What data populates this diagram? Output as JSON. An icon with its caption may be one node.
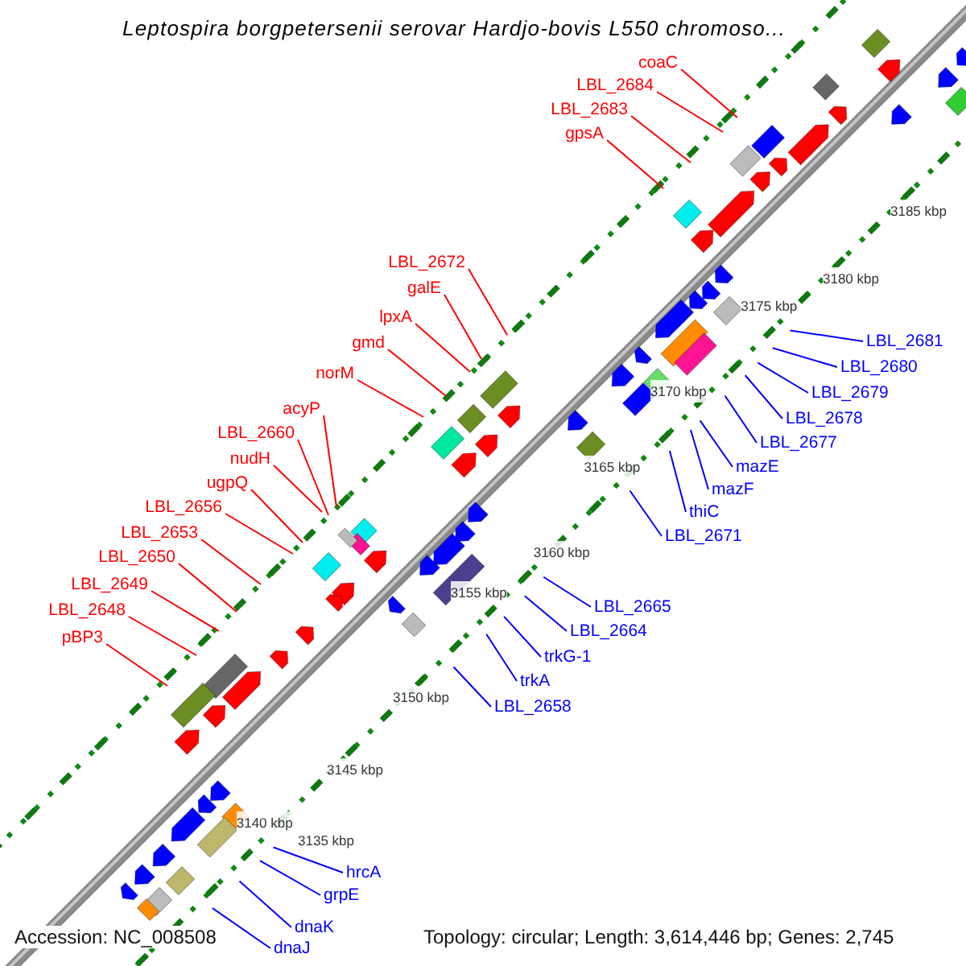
{
  "diagram": {
    "title": "Leptospira borgpetersenii serovar Hardjo-bovis L550 chromoso...",
    "nodes": [
      {
        "text": [
          "coaC"
        ]
      },
      {
        "text": [
          "LBL_2684"
        ]
      },
      {
        "text": [
          "LBL_2683"
        ]
      },
      {
        "text": [
          "gpsA"
        ]
      },
      {
        "text": [
          "LBL_2672"
        ]
      },
      {
        "text": [
          "galE"
        ]
      },
      {
        "text": [
          "lpxA"
        ]
      },
      {
        "text": [
          "LBL_2681"
        ]
      },
      {
        "text": [
          "gmd"
        ]
      },
      {
        "text": [
          "LBL_2680"
        ]
      },
      {
        "text": [
          "norM"
        ]
      },
      {
        "text": [
          "LBL_2679"
        ]
      },
      {
        "text": [
          "acyP"
        ]
      },
      {
        "text": [
          "LBL_2678"
        ]
      },
      {
        "text": [
          "LBL_2660"
        ]
      },
      {
        "text": [
          "LBL_2677"
        ]
      },
      {
        "text": [
          "nudH"
        ]
      },
      {
        "text": [
          "mazE"
        ]
      },
      {
        "text": [
          "ugpQ"
        ]
      },
      {
        "text": [
          "mazF"
        ]
      },
      {
        "text": [
          "LBL_2656"
        ]
      },
      {
        "text": [
          "thiC"
        ]
      },
      {
        "text": [
          "LBL_2653"
        ]
      },
      {
        "text": [
          "LBL_2671"
        ]
      },
      {
        "text": [
          "LBL_2650"
        ]
      },
      {
        "text": [
          "LBL_2649"
        ]
      },
      {
        "text": [
          "LBL_2665"
        ]
      },
      {
        "text": [
          "LBL_2648"
        ]
      },
      {
        "text": [
          "LBL_2664"
        ]
      },
      {
        "text": [
          "pBP3"
        ]
      },
      {
        "text": [
          "trkG-1"
        ]
      },
      {
        "text": [
          "trkA"
        ]
      },
      {
        "text": [
          "LBL_2658"
        ]
      },
      {
        "text": [
          "hrcA"
        ]
      },
      {
        "text": [
          "grpE"
        ]
      },
      {
        "text": [
          "dnaK"
        ]
      },
      {
        "text": [
          "dnaJ"
        ]
      }
    ],
    "edges": [
      {
        "from": 0,
        "to": null,
        "arrow": "none"
      },
      {
        "from": 1,
        "to": null,
        "arrow": "none"
      },
      {
        "from": 2,
        "to": null,
        "arrow": "none"
      },
      {
        "from": 3,
        "to": null,
        "arrow": "none"
      },
      {
        "from": 4,
        "to": null,
        "arrow": "none"
      },
      {
        "from": 5,
        "to": null,
        "arrow": "none"
      },
      {
        "from": 6,
        "to": null,
        "arrow": "none"
      },
      {
        "from": 7,
        "to": null,
        "arrow": "none",
        "color": "#0000ff"
      },
      {
        "from": 8,
        "to": null,
        "arrow": "none"
      },
      {
        "from": 9,
        "to": null,
        "arrow": "none",
        "color": "#0000ff"
      },
      {
        "from": 10,
        "to": null,
        "arrow": "none"
      },
      {
        "from": 11,
        "to": null,
        "arrow": "none",
        "color": "#0000ff"
      },
      {
        "from": 12,
        "to": null,
        "arrow": "none"
      },
      {
        "from": 13,
        "to": null,
        "arrow": "none",
        "color": "#0000ff"
      },
      {
        "from": 14,
        "to": null,
        "arrow": "none"
      },
      {
        "from": 15,
        "to": null,
        "arrow": "none",
        "color": "#0000ff"
      },
      {
        "from": 16,
        "to": null,
        "arrow": "none"
      },
      {
        "from": 17,
        "to": null,
        "arrow": "none",
        "color": "#0000ff"
      },
      {
        "from": 18,
        "to": null,
        "arrow": "none"
      },
      {
        "from": 19,
        "to": null,
        "arrow": "none",
        "color": "#0000ff"
      },
      {
        "from": 20,
        "to": null,
        "arrow": "none"
      },
      {
        "from": 21,
        "to": null,
        "arrow": "none",
        "color": "#0000ff"
      },
      {
        "from": 22,
        "to": null,
        "arrow": "none"
      },
      {
        "from": 23,
        "to": null,
        "arrow": "none",
        "color": "#0000ff"
      },
      {
        "from": 24,
        "to": null,
        "arrow": "none"
      },
      {
        "from": 25,
        "to": null,
        "arrow": "none"
      },
      {
        "from": 26,
        "to": null,
        "arrow": "none",
        "color": "#0000ff"
      },
      {
        "from": 27,
        "to": null,
        "arrow": "none"
      },
      {
        "from": 28,
        "to": null,
        "arrow": "none",
        "color": "#0000ff"
      },
      {
        "from": 29,
        "to": null,
        "arrow": "none"
      },
      {
        "from": 30,
        "to": null,
        "arrow": "none",
        "color": "#0000ff"
      },
      {
        "from": 31,
        "to": null,
        "arrow": "none",
        "color": "#0000ff"
      },
      {
        "from": 32,
        "to": null,
        "arrow": "none",
        "color": "#0000ff"
      },
      {
        "from": 33,
        "to": null,
        "arrow": "none",
        "color": "#0000ff"
      },
      {
        "from": 34,
        "to": null,
        "arrow": "none",
        "color": "#0000ff"
      },
      {
        "from": 35,
        "to": null,
        "arrow": "none",
        "color": "#0000ff"
      },
      {
        "from": 36,
        "to": null,
        "arrow": "none",
        "color": "#0000ff"
      }
    ],
    "labels": [
      "3185 kbp",
      "3180 kbp",
      "3175 kbp",
      "3170 kbp",
      "3165 kbp",
      "3160 kbp",
      "3155 kbp",
      "3150 kbp",
      "3145 kbp",
      "3140 kbp",
      "3135 kbp",
      "Accession: NC_008508",
      "Topology: circular; Length: 3,614,446 bp; Genes: 2,745"
    ]
  }
}
